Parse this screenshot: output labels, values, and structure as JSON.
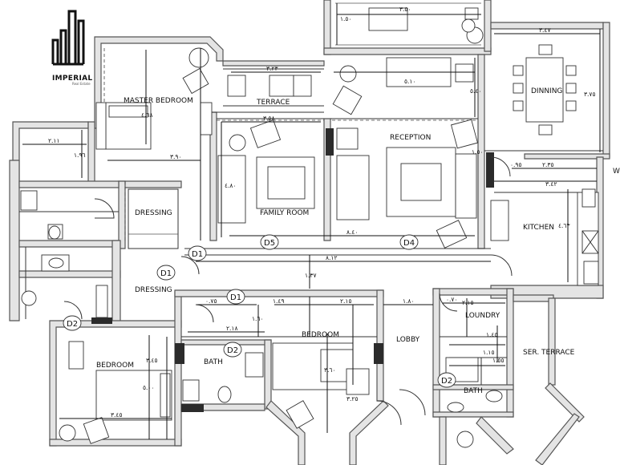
{
  "logo": {
    "name": "IMPERIAL",
    "sub": "Real Estate"
  },
  "rooms": {
    "master_bedroom": "MASTER BEDROOM",
    "terrace": "TERRACE",
    "reception": "RECEPTION",
    "dinning": "DINNING",
    "family_room": "FAMILY ROOM",
    "dressing_1": "DRESSING",
    "dressing_2": "DRESSING",
    "kitchen": "KITCHEN",
    "bedroom_1": "BEDROOM",
    "bath_1": "BATH",
    "bedroom_2": "BEDROOM",
    "lobby": "LOBBY",
    "loundry": "LOUNDRY",
    "ser_terrace": "SER. TERRACE",
    "bath_2": "BATH"
  },
  "door_tags": {
    "d1_a": "D1",
    "d1_b": "D1",
    "d1_c": "D1",
    "d2_a": "D2",
    "d2_b": "D2",
    "d2_c": "D2",
    "d4": "D4",
    "d5": "D5"
  },
  "edge_letter": "W",
  "dimensions": {
    "top_balcony": "٣.٥٠",
    "top_balcony_v": "١.٥٠",
    "dinning_w": "٣.٤٧",
    "dinning_h": "٣.٧٥",
    "terrace_w": "٣.٢٣",
    "reception_top": "٥.١٠",
    "reception_h": "٥.٤٠",
    "family_w": "٣.٥٨",
    "family_h": "٤.٨٠",
    "master_w": "٣.٩٠",
    "master_h": "٤.٦٨",
    "left_bath_w": "٢.١١",
    "left_bath_h": "١.٩٦",
    "lower_span": "٨.٤٠",
    "corridor": "٨.١٢",
    "corridor_v": "١.٣٧",
    "kitchen_top": "٢.٣٥",
    "kitchen_h": "٤.٦٣",
    "kitchen_w": "٣.٤٢",
    "kitchen_gap": "٠.٩٥",
    "kitchen_v": "١.٥٠",
    "bed1_w": "٣.٤٥",
    "bed1_h": "٥.٠٠",
    "bed1_h2": "٣.٤٥",
    "bath1_w": "٢.١٨",
    "bath1_top": "٠.٧٥",
    "bath1_v": "١.٦٠",
    "bed2_top": "١.٤٩",
    "bed2_top2": "٢.١٥",
    "bed2_v": "٣.٦٠",
    "bed2_v2": "٣.٢٥",
    "lobby_w": "١.٨٠",
    "laundry_top": "٠.٧٠",
    "laundry_v": "٢.١٥",
    "laundry_v2": "١.٥٥",
    "laundry_w": "١.٤٥",
    "laundry_w2": "١.١٥"
  }
}
